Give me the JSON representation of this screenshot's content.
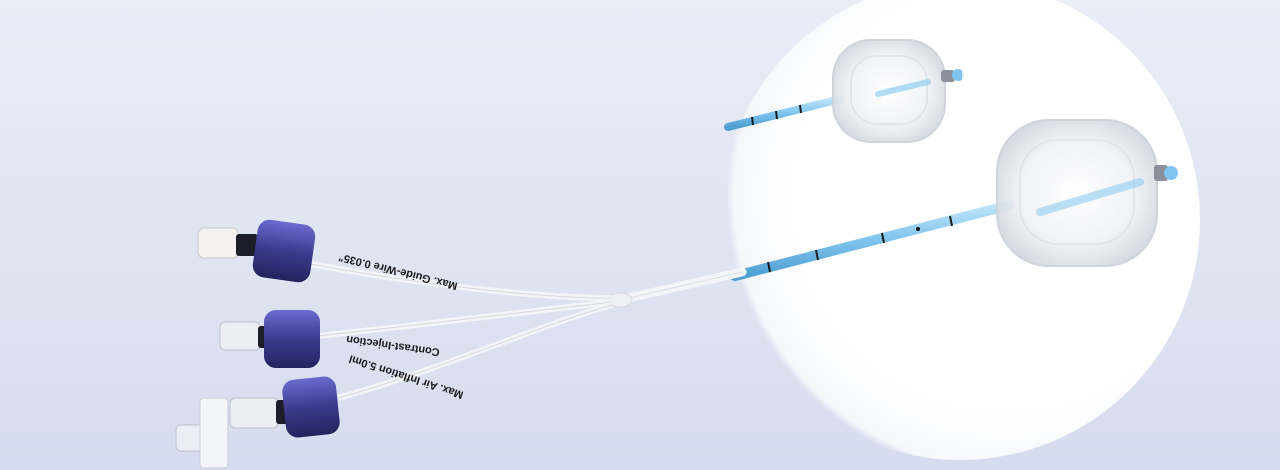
{
  "product": {
    "labels": {
      "guide_wire": "Max. Guide-Wire 0.035\"",
      "contrast": "Contrast-Injection",
      "air_inflation": "Max. Air Inflation 5.0ml"
    }
  },
  "colors": {
    "background": "#e2e7f3",
    "catheter_blue": "#7ec4ee",
    "hub_purple": "#3b3a8c",
    "tube_white": "#f4f5f8"
  }
}
